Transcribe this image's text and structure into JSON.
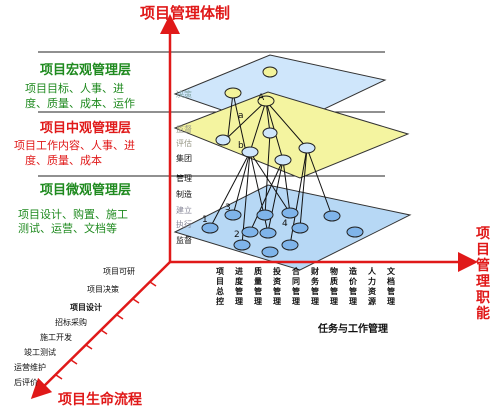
{
  "axes": {
    "top_title": "项目管理体制",
    "right_title": [
      "项",
      "目",
      "管",
      "理",
      "职",
      "能"
    ],
    "bottom_title": "项目生命流程"
  },
  "layers": {
    "macro": {
      "title": "项目宏观管理层",
      "desc1": "项目目标、人事、进",
      "desc2": "度、质量、成本、运作"
    },
    "middle": {
      "title": "项目中观管理层",
      "desc1": "项目工作内容、人事、进",
      "desc2": "度、质量、成本"
    },
    "micro": {
      "title": "项目微观管理层",
      "desc1": "项目设计、购置、施工",
      "desc2": "测试、运营、文档等"
    }
  },
  "vertical_labels": [
    "决策",
    "监督",
    "评估",
    "集团",
    "管理",
    "制造",
    "建立",
    "执行",
    "监督"
  ],
  "node_labels": {
    "a": "a",
    "b": "b",
    "A": "A",
    "n1": "1",
    "n2": "2",
    "n3": "3",
    "n4": "4"
  },
  "functions": [
    "项目总控",
    "进度管理",
    "质量管理",
    "投资管理",
    "合同管理",
    "财务管理",
    "物质管理",
    "造价管理",
    "人力资源",
    "文档管理"
  ],
  "functions_caption": "任务与工作管理",
  "lifecycle": [
    "项目可研",
    "项目决策",
    "项目设计",
    "招标采购",
    "施工开发",
    "竣工测试",
    "运营维护",
    "后评价"
  ],
  "colors": {
    "axis": "#e01919",
    "green_text": "#1f8a1f",
    "top_plane": "#cfe6fb",
    "mid_plane": "#f4f4a0",
    "low_plane": "#b7d8f5"
  }
}
